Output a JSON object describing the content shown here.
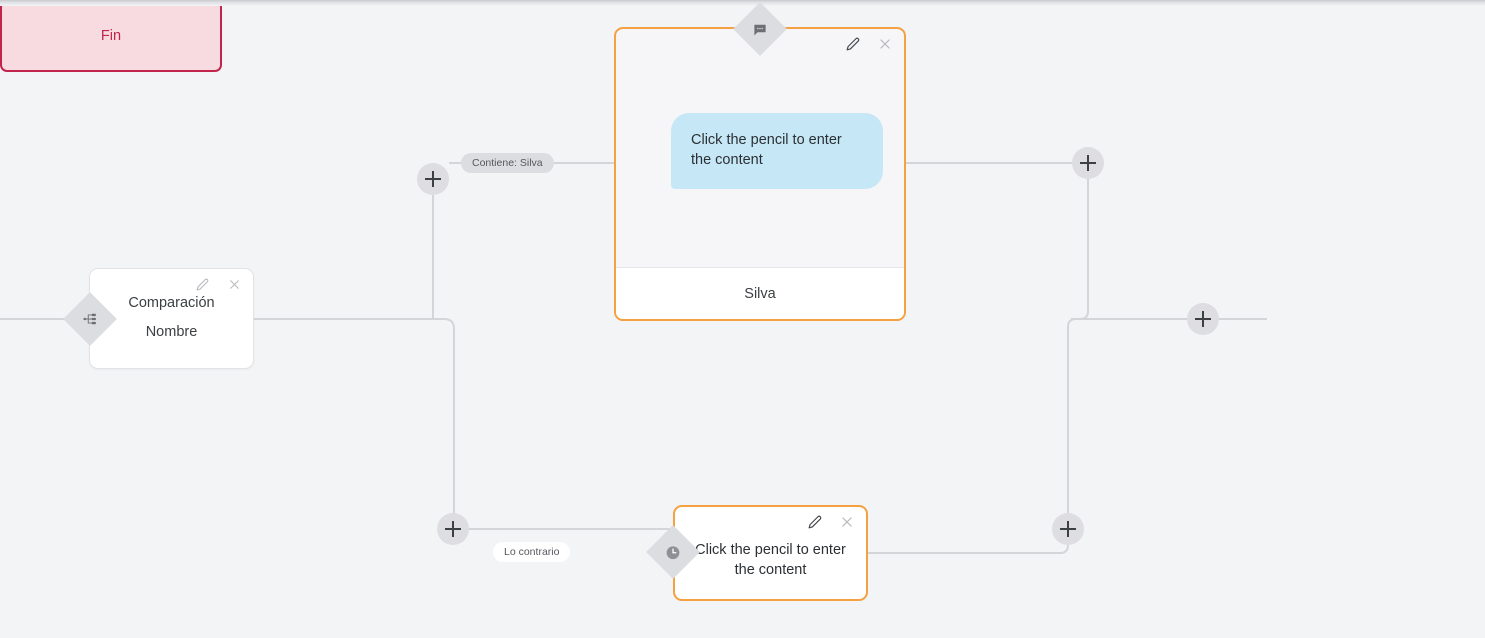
{
  "canvas": {
    "background_color": "#f3f4f6",
    "edge_color": "#d4d5d9"
  },
  "nodes": {
    "comparison": {
      "title": "Comparación",
      "subtitle": "Nombre",
      "handle_icon": "sitemap-icon",
      "edit_icon": "pencil-icon",
      "close_icon": "close-icon"
    },
    "message_top": {
      "bubble_text": "Click the pencil to enter the content",
      "footer_label": "Silva",
      "handle_icon": "chat-bubble-icon",
      "edit_icon": "pencil-icon",
      "close_icon": "close-icon",
      "border_color": "#f5a142",
      "bubble_color": "#c5e7f6"
    },
    "message_bottom": {
      "text": "Click the pencil to enter the content",
      "handle_icon": "clock-icon",
      "edit_icon": "pencil-icon",
      "close_icon": "close-icon",
      "border_color": "#f5a142"
    },
    "end": {
      "label": "Fin",
      "border_color": "#c2254b",
      "fill_color": "#f7dbe1"
    }
  },
  "edge_labels": {
    "contiene": "Contiene: Silva",
    "lo_contrario": "Lo contrario"
  },
  "add_buttons": {
    "icon": "plus-icon",
    "branch_true": "add-node-branch-true",
    "branch_false": "add-node-branch-false",
    "after_message_top": "add-node-after-message-top",
    "after_message_bottom": "add-node-after-message-bottom",
    "before_end": "add-node-before-end"
  }
}
